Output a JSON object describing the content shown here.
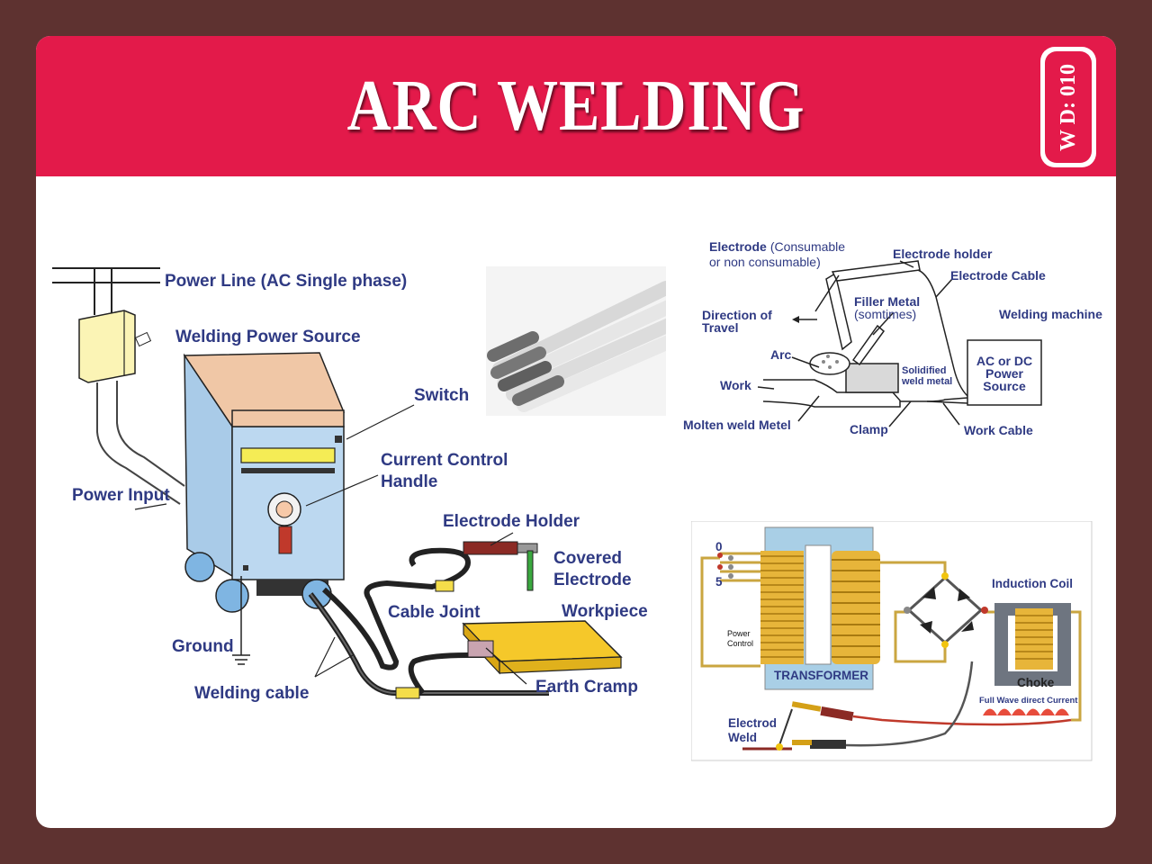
{
  "slide": {
    "title": "ARC WELDING",
    "code": "W D: 010",
    "colors": {
      "banner": "#e31a4a",
      "background": "#5e3230",
      "label": "#2f3a83"
    }
  },
  "machine_diagram": {
    "power_line": "Power Line (AC Single phase)",
    "power_source": "Welding Power Source",
    "switch": "Switch",
    "current_control_1": "Current Control",
    "current_control_2": "Handle",
    "power_input": "Power Input",
    "electrode_holder": "Electrode Holder",
    "covered_electrode_1": "Covered",
    "covered_electrode_2": "Electrode",
    "cable_joint": "Cable Joint",
    "workpiece": "Workpiece",
    "ground": "Ground",
    "welding_cable": "Welding cable",
    "earth_cramp": "Earth Cramp"
  },
  "process_diagram": {
    "electrode_bold": "Electrode",
    "electrode_rest": "(Consumable",
    "electrode_line2": "or non consumable)",
    "electrode_holder": "Electrode holder",
    "electrode_cable": "Electrode Cable",
    "filler_metal": "Filler Metal",
    "filler_note": "(somtimes)",
    "direction_1": "Direction of",
    "direction_2": "Travel",
    "welding_machine": "Welding machine",
    "arc": "Arc",
    "solidified_1": "Solidified",
    "solidified_2": "weld metal",
    "source_1": "AC or DC",
    "source_2": "Power",
    "source_3": "Source",
    "work": "Work",
    "molten": "Molten weld Metel",
    "clamp": "Clamp",
    "work_cable": "Work Cable"
  },
  "circuit_diagram": {
    "tap_0": "0",
    "tap_5": "5",
    "power_control_1": "Power",
    "power_control_2": "Control",
    "transformer": "TRANSFORMER",
    "induction_coil": "Induction Coil",
    "choke": "Choke",
    "full_wave": "Full Wave direct Current",
    "electrod": "Electrod",
    "weld": "Weld"
  }
}
